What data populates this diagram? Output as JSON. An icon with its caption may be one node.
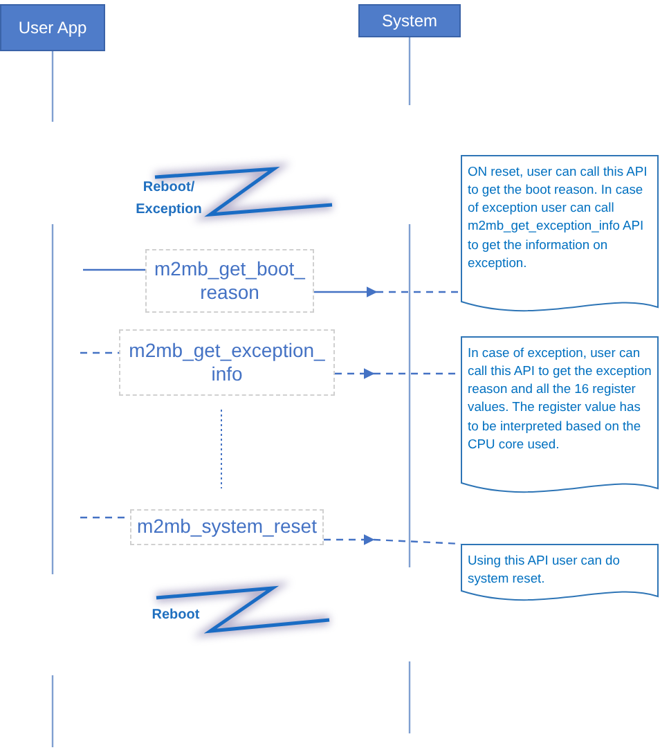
{
  "diagram": {
    "nodes": [
      {
        "text": [
          "User App"
        ]
      },
      {
        "text": [
          "System"
        ]
      },
      {
        "text": [
          "ON reset, user can call this API to get the boot reason. In case of exception user can call m2mb_get_exception_info API to get the information on exception."
        ]
      },
      {
        "text": [
          "In case of exception, user can call this API to get the exception reason and all the 16 register values. The register value has to be interpreted based on the CPU core used."
        ]
      },
      {
        "text": [
          "Using this API user can do system reset."
        ]
      },
      {
        "text": [
          "m2mb_get_boot_reason"
        ]
      },
      {
        "text": [
          "m2mb_get_exception_info"
        ]
      },
      {
        "text": [
          "m2mb_system_reset"
        ]
      }
    ],
    "edges": [
      {
        "from": null,
        "to": 5,
        "arrow": "none"
      },
      {
        "from": 5,
        "to": null,
        "arrow": "to"
      },
      {
        "from": null,
        "to": 2,
        "arrow": "none",
        "style": "dashed"
      },
      {
        "from": null,
        "to": 6,
        "arrow": "none",
        "style": "dashed"
      },
      {
        "from": 6,
        "to": null,
        "arrow": "to",
        "style": "dashed"
      },
      {
        "from": null,
        "to": 3,
        "arrow": "none",
        "style": "dashed"
      },
      {
        "from": null,
        "to": 7,
        "arrow": "none",
        "style": "dashed"
      },
      {
        "from": 7,
        "to": null,
        "arrow": "to",
        "style": "dashed"
      },
      {
        "from": null,
        "to": 4,
        "arrow": "none",
        "style": "dashed"
      }
    ],
    "labels": [
      "Reboot/ Exception",
      "Reboot"
    ]
  }
}
